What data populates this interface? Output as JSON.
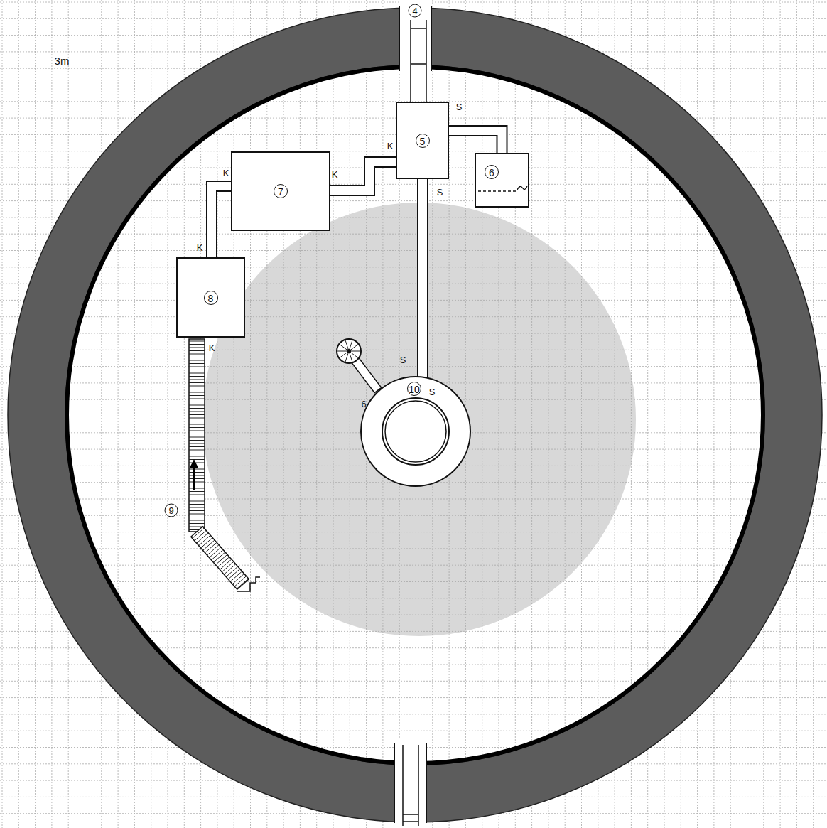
{
  "diagram": {
    "nodes": [
      {
        "text": [
          "5"
        ]
      },
      {
        "text": [
          "6"
        ]
      },
      {
        "text": [
          "7"
        ]
      },
      {
        "text": [
          "8"
        ]
      },
      {
        "text": [
          "10"
        ]
      }
    ],
    "edges": [
      {
        "from": 0,
        "to": 1,
        "arrow": "none"
      },
      {
        "from": 0,
        "to": 2,
        "arrow": "none"
      },
      {
        "from": 2,
        "to": 3,
        "arrow": "none"
      },
      {
        "from": 0,
        "to": 4,
        "arrow": "none"
      }
    ],
    "labels": [
      "3m",
      "4",
      "9",
      "K",
      "K",
      "K",
      "K",
      "K",
      "S",
      "S",
      "S",
      "S",
      "6"
    ]
  }
}
